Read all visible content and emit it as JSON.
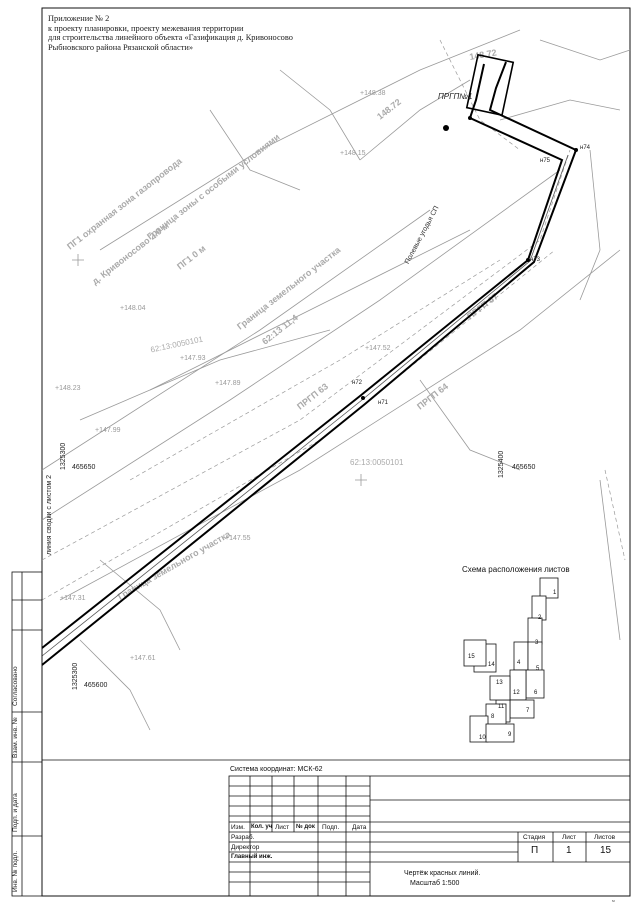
{
  "header": {
    "line1": "Приложение № 2",
    "line2": "к проекту планировки, проекту межевания территории",
    "line3": "для строительства линейного объекта «Газификация д. Кривоносово",
    "line4": "Рыбновского района Рязанской области»"
  },
  "map_labels": {
    "prgn": "ПРГП№1",
    "road": "Полевые угодья СП",
    "parcel1": "62:13:0050101",
    "parcel2": "62:13:0050101",
    "coord_left_top": "1325300",
    "coord_left_right": "465650",
    "coord_right_top": "1325400",
    "coord_right_right": "465650",
    "coord_bottom_top": "1325300",
    "coord_bottom_right": "465600",
    "point_72": "н72",
    "point_71": "н71",
    "point_73": "н73",
    "point_74": "н74",
    "point_75": "н75",
    "line_ref": "линия сводки с листом 2"
  },
  "side_stamp": {
    "agreed": "Согласовано",
    "inv_replace": "Взам. инв. №",
    "sign_date": "Подп. и дата",
    "inv_orig": "Инв. № подл."
  },
  "coord_system": "Система координат: МСК-62",
  "schema": {
    "title": "Схема расположения листов",
    "sheets": [
      "1",
      "2",
      "3",
      "4",
      "5",
      "6",
      "7",
      "8",
      "9",
      "10",
      "11",
      "12",
      "13",
      "14",
      "15"
    ]
  },
  "title_block": {
    "col_izm": "Изм.",
    "col_kol": "Кол. уч",
    "col_list": "Лист",
    "col_doc": "№ док",
    "col_podp": "Подп.",
    "col_data": "Дата",
    "row_razrab": "Разраб.",
    "row_director": "Директор",
    "row_chief": "Главный инж.",
    "stage_label": "Стадия",
    "sheet_label": "Лист",
    "sheets_label": "Листов",
    "stage": "П",
    "sheet": "1",
    "sheets": "15",
    "drawing_title": "Чертёж красных линий.",
    "scale": "Масштаб 1:500"
  }
}
